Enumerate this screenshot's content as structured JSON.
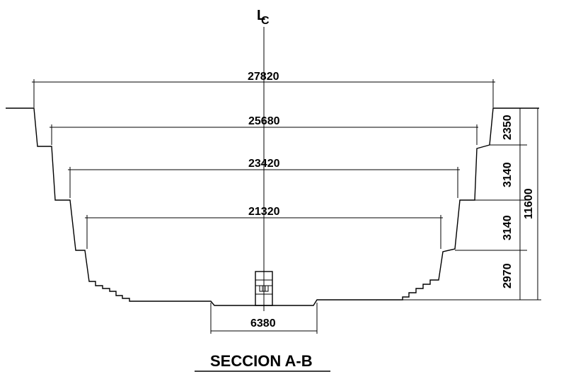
{
  "drawing": {
    "centerline_symbol": "L",
    "centerline_subscript": "C",
    "title": "SECCION A-B"
  },
  "dimensions": {
    "width_top": "27820",
    "width_step_1": "25680",
    "width_step_2": "23420",
    "width_step_3": "21320",
    "width_bottom": "6380",
    "height_1": "2350",
    "height_2": "3140",
    "height_3": "3140",
    "height_4": "2970",
    "height_total": "11600"
  }
}
